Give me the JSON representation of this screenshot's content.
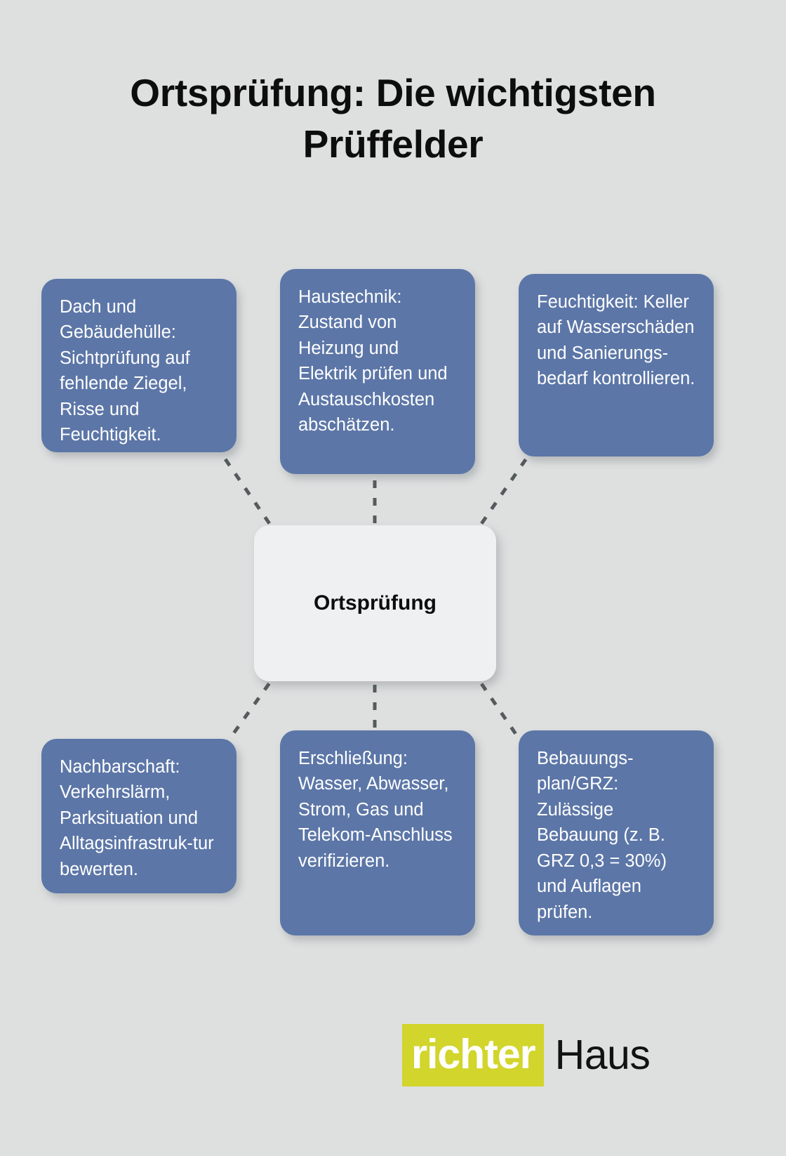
{
  "title": "Ortsprüfung: Die wichtigsten Prüffelder",
  "center": {
    "label": "Ortsprüfung"
  },
  "nodes": [
    {
      "id": "dach",
      "text": "Dach und Gebäudehülle: Sichtprüfung auf fehlende Ziegel, Risse und Feuchtigkeit."
    },
    {
      "id": "haustechnik",
      "text": "Haustechnik: Zustand von Heizung und Elektrik prüfen und Austauschkosten abschätzen."
    },
    {
      "id": "feuchtigkeit",
      "text": "Feuchtigkeit: Keller auf Wasserschäden und Sanierungs-bedarf kontrollieren."
    },
    {
      "id": "nachbarschaft",
      "text": "Nachbarschaft: Verkehrslärm, Parksituation und Alltagsinfrastruk-tur bewerten."
    },
    {
      "id": "erschliessung",
      "text": "Erschließung: Wasser, Abwasser, Strom, Gas und Telekom-Anschluss verifizieren."
    },
    {
      "id": "bebauungsplan",
      "text": "Bebauungs-plan/GRZ: Zulässige Bebauung (z. B. GRZ 0,3 = 30%) und Auflagen prüfen."
    }
  ],
  "logo": {
    "mark": "richter",
    "word": "Haus"
  },
  "colors": {
    "background": "#dee0e0",
    "node_fill": "#5c76a7",
    "node_text": "#ffffff",
    "center_fill": "#eff0f2",
    "center_text": "#0d0d0d",
    "title_text": "#0d0d0d",
    "connector": "#555a5c",
    "logo_accent": "#d2d52b",
    "logo_word": "#121212"
  }
}
